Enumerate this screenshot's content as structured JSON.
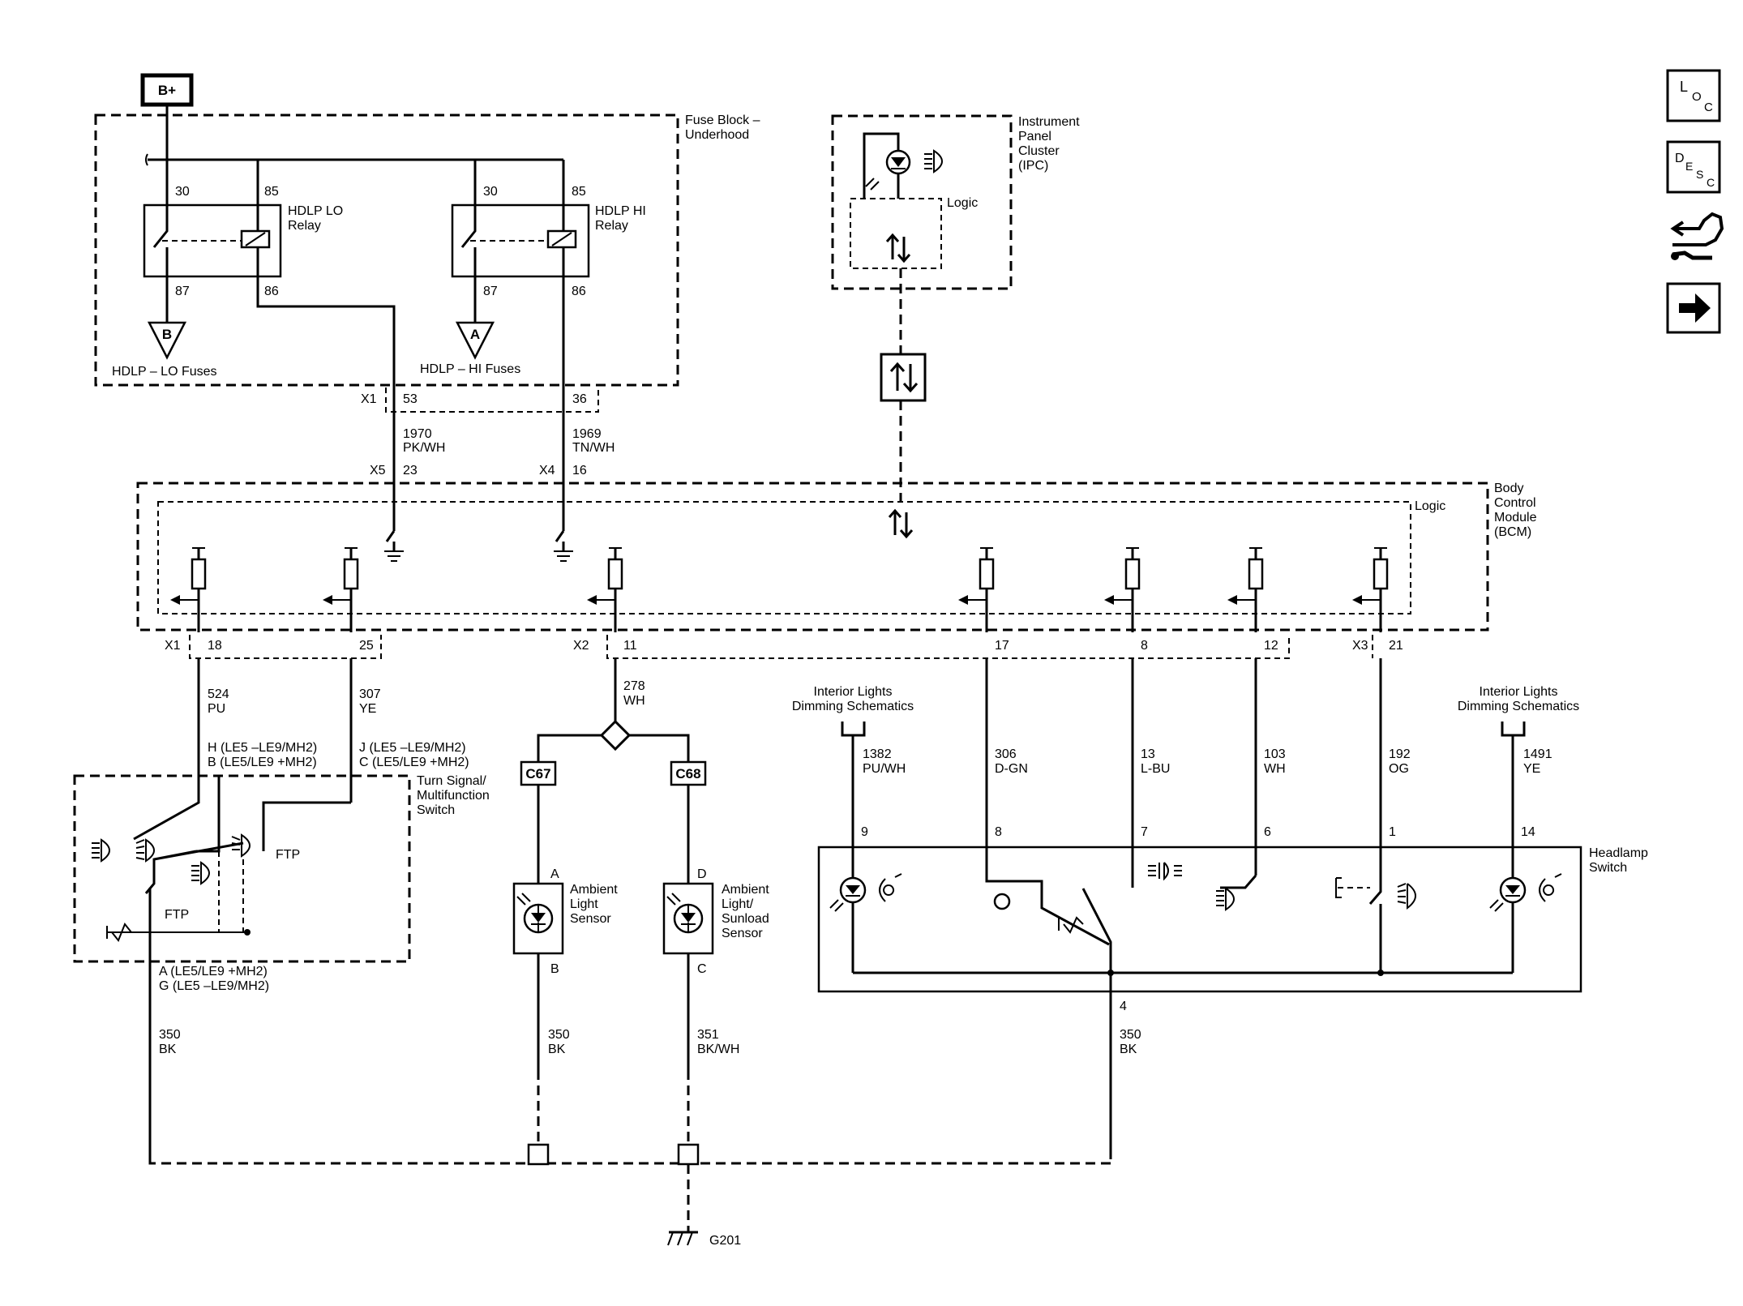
{
  "power": {
    "b_plus": "B+"
  },
  "fuse_block": {
    "title_line1": "Fuse Block –",
    "title_line2": "Underhood",
    "lo_relay": {
      "line1": "HDLP LO",
      "line2": "Relay",
      "p30": "30",
      "p85": "85",
      "p87": "87",
      "p86": "86",
      "fuse_letter": "B",
      "fuse_label": "HDLP – LO Fuses"
    },
    "hi_relay": {
      "line1": "HDLP HI",
      "line2": "Relay",
      "p30": "30",
      "p85": "85",
      "p87": "87",
      "p86": "86",
      "fuse_letter": "A",
      "fuse_label": "HDLP – HI Fuses"
    },
    "connector": "X1",
    "pin_lo": "53",
    "pin_hi": "36"
  },
  "wires_top": {
    "lo_circuit": "1970",
    "lo_color": "PK/WH",
    "hi_circuit": "1969",
    "hi_color": "TN/WH"
  },
  "bcm_inputs": {
    "x5": "X5",
    "x5_pin": "23",
    "x4": "X4",
    "x4_pin": "16"
  },
  "ipc": {
    "line1": "Instrument",
    "line2": "Panel",
    "line3": "Cluster",
    "line4": "(IPC)",
    "logic": "Logic"
  },
  "bcm": {
    "line1": "Body",
    "line2": "Control",
    "line3": "Module",
    "line4": "(BCM)",
    "logic": "Logic"
  },
  "bcm_outputs": {
    "x1": "X1",
    "pin18": "18",
    "pin25": "25",
    "x2": "X2",
    "pin11": "11",
    "pin17": "17",
    "pin8": "8",
    "pin12": "12",
    "x3": "X3",
    "pin21": "21"
  },
  "wires_mid": [
    {
      "circuit": "524",
      "color": "PU"
    },
    {
      "circuit": "307",
      "color": "YE"
    },
    {
      "circuit": "278",
      "color": "WH"
    },
    {
      "circuit": "1382",
      "color": "PU/WH"
    },
    {
      "circuit": "306",
      "color": "D-GN"
    },
    {
      "circuit": "13",
      "color": "L-BU"
    },
    {
      "circuit": "103",
      "color": "WH"
    },
    {
      "circuit": "192",
      "color": "OG"
    },
    {
      "circuit": "1491",
      "color": "YE"
    }
  ],
  "interior_left": {
    "line1": "Interior Lights",
    "line2": "Dimming Schematics"
  },
  "interior_right": {
    "line1": "Interior Lights",
    "line2": "Dimming Schematics"
  },
  "turn_switch": {
    "line1": "Turn Signal/",
    "line2": "Multifunction",
    "line3": "Switch",
    "pin_h": "H (LE5 –LE9/MH2)",
    "pin_b": "B (LE5/LE9 +MH2)",
    "pin_j": "J (LE5 –LE9/MH2)",
    "pin_c": "C (LE5/LE9 +MH2)",
    "pin_a": "A (LE5/LE9 +MH2)",
    "pin_g": "G (LE5 –LE9/MH2)",
    "ftp1": "FTP",
    "ftp2": "FTP"
  },
  "connectors": {
    "c67": "C67",
    "c68": "C68"
  },
  "ambient_sensor": {
    "line1": "Ambient",
    "line2": "Light",
    "line3": "Sensor",
    "pin_top": "A",
    "pin_bottom": "B"
  },
  "sunload_sensor": {
    "line1": "Ambient",
    "line2": "Light/",
    "line3": "Sunload",
    "line4": "Sensor",
    "pin_top": "D",
    "pin_bottom": "C"
  },
  "headlamp_switch": {
    "line1": "Headlamp",
    "line2": "Switch",
    "pin9": "9",
    "pin8": "8",
    "pin7": "7",
    "pin6": "6",
    "pin1": "1",
    "pin14": "14",
    "pin4": "4"
  },
  "grounds": [
    {
      "circuit": "350",
      "color": "BK"
    },
    {
      "circuit": "350",
      "color": "BK"
    },
    {
      "circuit": "351",
      "color": "BK/WH"
    },
    {
      "circuit": "350",
      "color": "BK"
    }
  ],
  "ground_point": "G201",
  "nav": {
    "loc": {
      "big": "L",
      "s1": "O",
      "s2": "C"
    },
    "desc": {
      "big": "D",
      "s1": "E",
      "s2": "S",
      "s3": "C"
    }
  }
}
